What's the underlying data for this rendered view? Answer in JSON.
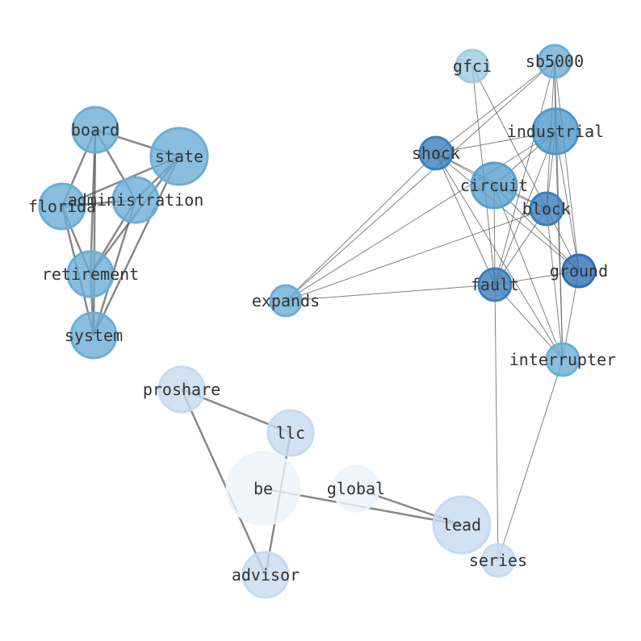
{
  "nodes": [
    {
      "id": "board",
      "label": "board",
      "color": "#6baed6"
    },
    {
      "id": "state",
      "label": "state",
      "color": "#6baed6"
    },
    {
      "id": "florida",
      "label": "florida",
      "color": "#6baed6"
    },
    {
      "id": "administration",
      "label": "administration",
      "color": "#6baed6"
    },
    {
      "id": "retirement",
      "label": "retirement",
      "color": "#6baed6"
    },
    {
      "id": "system",
      "label": "system",
      "color": "#6baed6"
    },
    {
      "id": "expands",
      "label": "expands",
      "color": "#6baed6"
    },
    {
      "id": "gfci",
      "label": "gfci",
      "color": "#9ecae1"
    },
    {
      "id": "sb5000",
      "label": "sb5000",
      "color": "#6baed6"
    },
    {
      "id": "industrial",
      "label": "industrial",
      "color": "#4f98cb"
    },
    {
      "id": "shock",
      "label": "shock",
      "color": "#3c80bd"
    },
    {
      "id": "circuit",
      "label": "circuit",
      "color": "#58a0d0"
    },
    {
      "id": "block",
      "label": "block",
      "color": "#3a7ebd"
    },
    {
      "id": "ground",
      "label": "ground",
      "color": "#2f6fb3"
    },
    {
      "id": "fault",
      "label": "fault",
      "color": "#3a7ebd"
    },
    {
      "id": "interrupter",
      "label": "interrupter",
      "color": "#6baed6"
    },
    {
      "id": "series",
      "label": "series",
      "color": "#c6dbef"
    },
    {
      "id": "proshare",
      "label": "proshare",
      "color": "#c6dbef"
    },
    {
      "id": "llc",
      "label": "llc",
      "color": "#c6dbef"
    },
    {
      "id": "be",
      "label": "be",
      "color": "#eef4fc"
    },
    {
      "id": "global",
      "label": "global",
      "color": "#eef4fc"
    },
    {
      "id": "lead",
      "label": "lead",
      "color": "#c6dbef"
    },
    {
      "id": "advisor",
      "label": "advisor",
      "color": "#c6dbef"
    }
  ],
  "edges_heavy": [
    [
      "board",
      "state"
    ],
    [
      "board",
      "florida"
    ],
    [
      "board",
      "retirement"
    ],
    [
      "board",
      "system"
    ],
    [
      "board",
      "administration"
    ],
    [
      "state",
      "florida"
    ],
    [
      "state",
      "administration"
    ],
    [
      "state",
      "retirement"
    ],
    [
      "state",
      "system"
    ],
    [
      "florida",
      "administration"
    ],
    [
      "florida",
      "retirement"
    ],
    [
      "florida",
      "system"
    ],
    [
      "administration",
      "retirement"
    ],
    [
      "administration",
      "system"
    ],
    [
      "retirement",
      "system"
    ],
    [
      "proshare",
      "llc"
    ],
    [
      "proshare",
      "advisor"
    ],
    [
      "llc",
      "advisor"
    ],
    [
      "be",
      "lead"
    ],
    [
      "global",
      "lead"
    ]
  ],
  "edges_light": [
    [
      "sb5000",
      "shock"
    ],
    [
      "sb5000",
      "expands"
    ],
    [
      "sb5000",
      "industrial"
    ],
    [
      "sb5000",
      "fault"
    ],
    [
      "sb5000",
      "block"
    ],
    [
      "sb5000",
      "ground"
    ],
    [
      "sb5000",
      "interrupter"
    ],
    [
      "gfci",
      "fault"
    ],
    [
      "gfci",
      "ground"
    ],
    [
      "industrial",
      "shock"
    ],
    [
      "industrial",
      "expands"
    ],
    [
      "industrial",
      "circuit"
    ],
    [
      "industrial",
      "fault"
    ],
    [
      "industrial",
      "block"
    ],
    [
      "industrial",
      "ground"
    ],
    [
      "industrial",
      "interrupter"
    ],
    [
      "shock",
      "expands"
    ],
    [
      "shock",
      "circuit"
    ],
    [
      "shock",
      "block"
    ],
    [
      "shock",
      "ground"
    ],
    [
      "shock",
      "fault"
    ],
    [
      "shock",
      "interrupter"
    ],
    [
      "circuit",
      "fault"
    ],
    [
      "circuit",
      "ground"
    ],
    [
      "circuit",
      "interrupter"
    ],
    [
      "circuit",
      "block"
    ],
    [
      "block",
      "expands"
    ],
    [
      "block",
      "fault"
    ],
    [
      "block",
      "interrupter"
    ],
    [
      "fault",
      "expands"
    ],
    [
      "fault",
      "ground"
    ],
    [
      "fault",
      "interrupter"
    ],
    [
      "fault",
      "series"
    ],
    [
      "ground",
      "interrupter"
    ],
    [
      "interrupter",
      "series"
    ]
  ]
}
